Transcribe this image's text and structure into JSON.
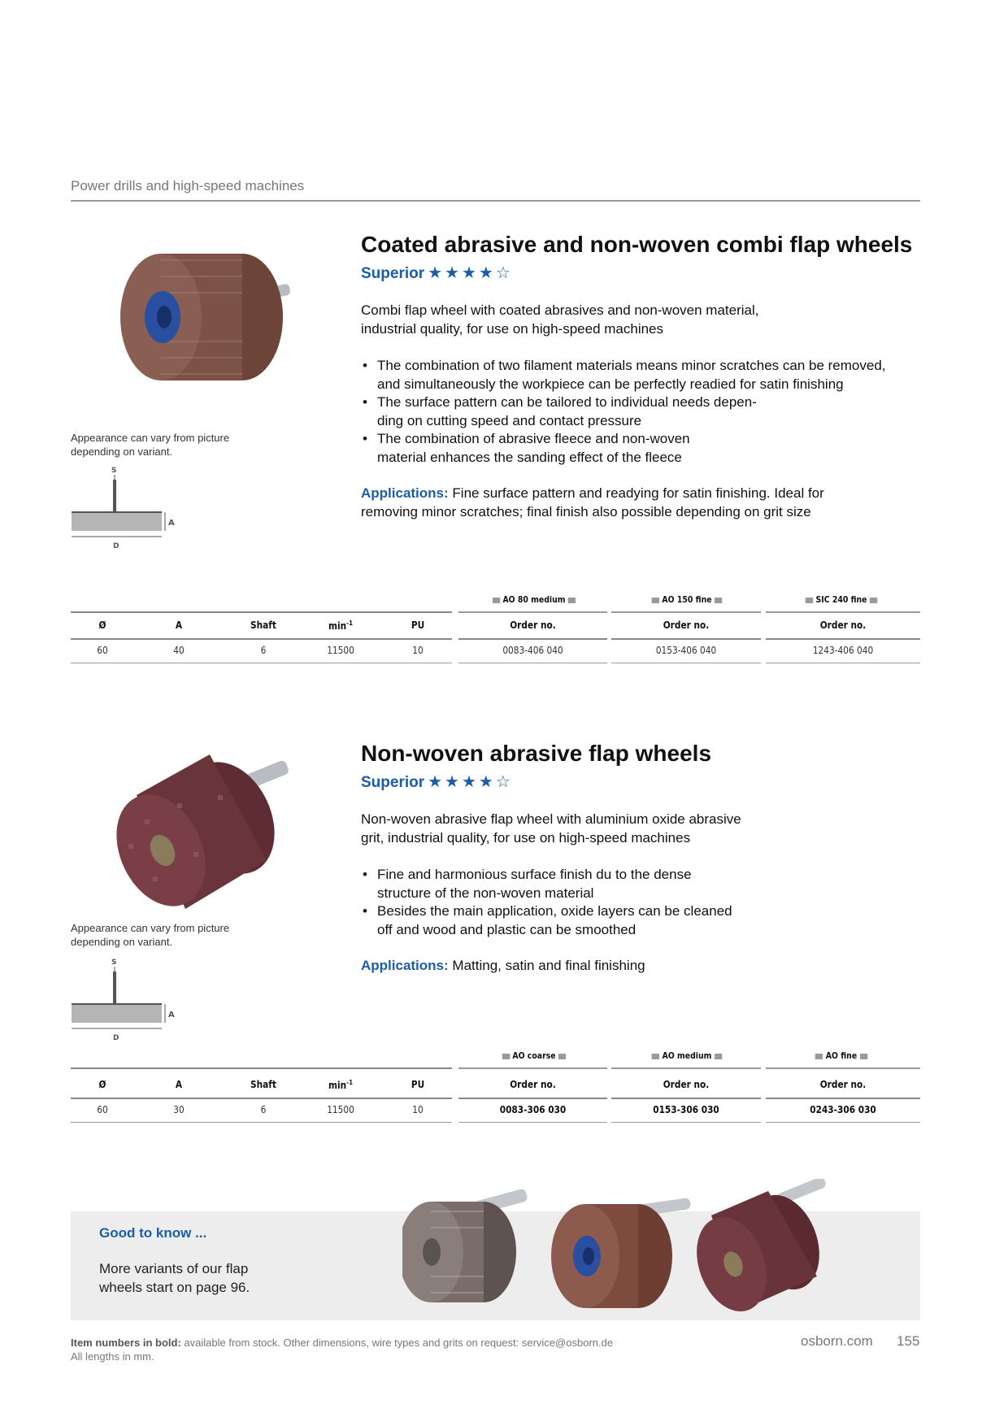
{
  "header": {
    "section": "Power drills and high-speed machines"
  },
  "product1": {
    "title": "Coated abrasive and non-woven combi flap wheels",
    "quality": "Superior",
    "stars": "★★★★☆",
    "description": [
      "Combi flap wheel with coated abrasives and non-woven material,",
      "industrial quality, for use on high-speed machines"
    ],
    "bullets": [
      [
        "The combination of two filament materials means minor scratches can be removed,",
        "and simultaneously the workpiece can be perfectly readied for satin finishing"
      ],
      [
        "The surface pattern can be tailored to individual needs depen-",
        "ding on cutting speed and contact pressure"
      ],
      [
        "The combination of abrasive fleece and non-woven",
        "material enhances the sanding effect of the fleece"
      ]
    ],
    "applications_label": "Applications:",
    "applications": [
      "Fine surface pattern and readying for satin finishing. Ideal for",
      "removing minor scratches; final finish also possible depending on grit size"
    ],
    "caption": [
      "Appearance can vary from picture",
      "depending on variant."
    ],
    "table": {
      "variants": [
        "AO 80 medium",
        "AO 150 fine",
        "SIC 240 fine"
      ],
      "headers": [
        "Ø",
        "A",
        "Shaft",
        "min",
        "PU",
        "Order no.",
        "Order no.",
        "Order no."
      ],
      "min_sup": "-1",
      "row": [
        "60",
        "40",
        "6",
        "11500",
        "10",
        "0083-406 040",
        "0153-406 040",
        "1243-406 040"
      ],
      "order_bold": false
    }
  },
  "product2": {
    "title": "Non-woven abrasive flap wheels",
    "quality": "Superior",
    "stars": "★★★★☆",
    "description": [
      "Non-woven abrasive flap wheel with aluminium oxide abrasive",
      "grit, industrial quality, for use on high-speed machines"
    ],
    "bullets": [
      [
        "Fine and harmonious surface finish du to the dense",
        "structure of the non-woven material"
      ],
      [
        "Besides the main application, oxide layers can be cleaned",
        "off and wood and plastic can be smoothed"
      ]
    ],
    "applications_label": "Applications:",
    "applications": [
      "Matting, satin and final finishing"
    ],
    "caption": [
      "Appearance can vary from picture",
      "depending on variant."
    ],
    "table": {
      "variants": [
        "AO coarse",
        "AO medium",
        "AO fine"
      ],
      "headers": [
        "Ø",
        "A",
        "Shaft",
        "min",
        "PU",
        "Order no.",
        "Order no.",
        "Order no."
      ],
      "min_sup": "-1",
      "row": [
        "60",
        "30",
        "6",
        "11500",
        "10",
        "0083-306 030",
        "0153-306 030",
        "0243-306 030"
      ],
      "order_bold": true
    }
  },
  "diagram_labels": {
    "s": "S",
    "a": "A",
    "d": "D"
  },
  "tip": {
    "title": "Good to know ...",
    "text": [
      "More variants of our flap",
      "wheels start on page 96."
    ]
  },
  "footer": {
    "note_bold": "Item numbers in bold:",
    "note": " available from stock. Other dimensions, wire types and grits on request: service@osborn.de",
    "note2": "All lengths in mm.",
    "site": "osborn.com",
    "page": "155"
  },
  "colors": {
    "accent": "#1a5ea8",
    "wheel_brown": "#7a4a3e",
    "wheel_hub": "#2a4fa0",
    "tip_bg": "#ededed"
  }
}
